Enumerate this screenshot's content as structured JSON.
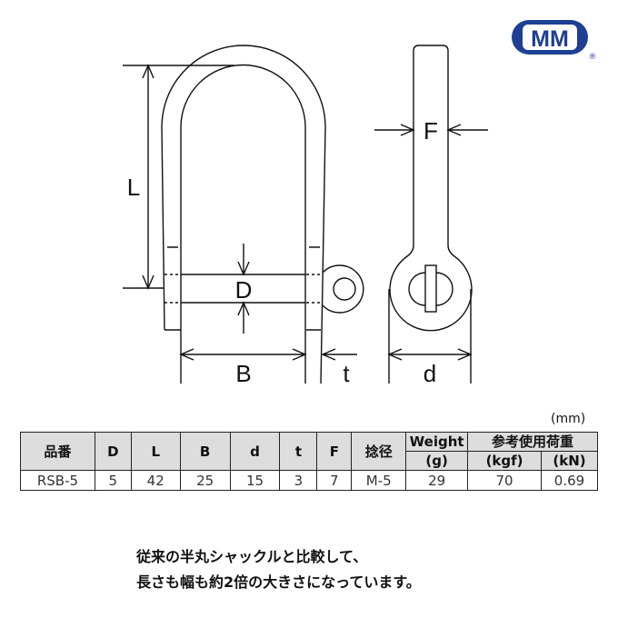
{
  "logo": {
    "text": "MM",
    "registered": "®",
    "color": "#1d3f94"
  },
  "drawing": {
    "labels": {
      "L": "L",
      "D": "D",
      "B": "B",
      "t": "t",
      "F": "F",
      "d": "d"
    }
  },
  "table": {
    "unit": "(mm)",
    "headers": [
      "品番",
      "D",
      "L",
      "B",
      "d",
      "t",
      "F",
      "捻径",
      "Weight",
      "参考使用荷重"
    ],
    "subheaders": {
      "weight": "(g)",
      "kgf": "(kgf)",
      "kn": "(kN)"
    },
    "rows": [
      [
        "RSB-5",
        "5",
        "42",
        "25",
        "15",
        "3",
        "7",
        "M-5",
        "29",
        "70",
        "0.69"
      ]
    ]
  },
  "note": {
    "line1": "従来の半丸シャックルと比較して、",
    "line2": "長さも幅も約2倍の大きさになっています。"
  }
}
